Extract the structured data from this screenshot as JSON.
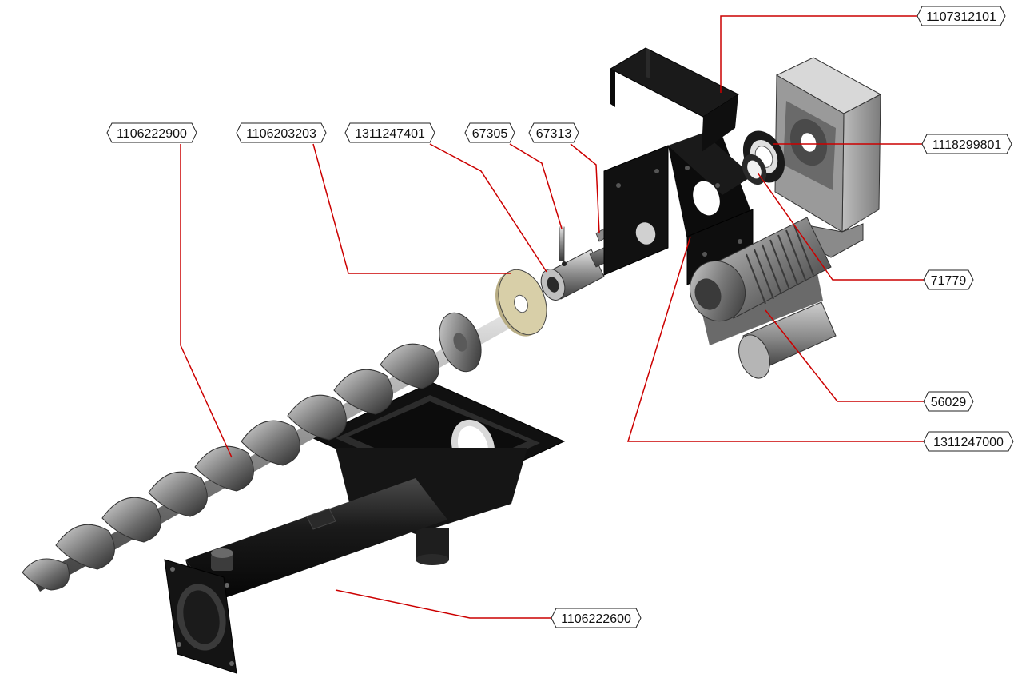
{
  "diagram": {
    "colors": {
      "leader": "#cc0000",
      "label_border": "#222222",
      "part_dark": "#1c1c1c",
      "part_metal": "#9a9a9a",
      "part_washer": "#d8cfa8",
      "background": "#ffffff"
    },
    "callouts": [
      {
        "id": "c1107312101",
        "label": "1107312101"
      },
      {
        "id": "c1106222900",
        "label": "1106222900"
      },
      {
        "id": "c1106203203",
        "label": "1106203203"
      },
      {
        "id": "c1311247401",
        "label": "1311247401"
      },
      {
        "id": "c67305",
        "label": "67305"
      },
      {
        "id": "c67313",
        "label": "67313"
      },
      {
        "id": "c1118299801",
        "label": "1118299801"
      },
      {
        "id": "c71779",
        "label": "71779"
      },
      {
        "id": "c56029",
        "label": "56029"
      },
      {
        "id": "c1311247000",
        "label": "1311247000"
      },
      {
        "id": "c1106222600",
        "label": "1106222600"
      }
    ]
  }
}
